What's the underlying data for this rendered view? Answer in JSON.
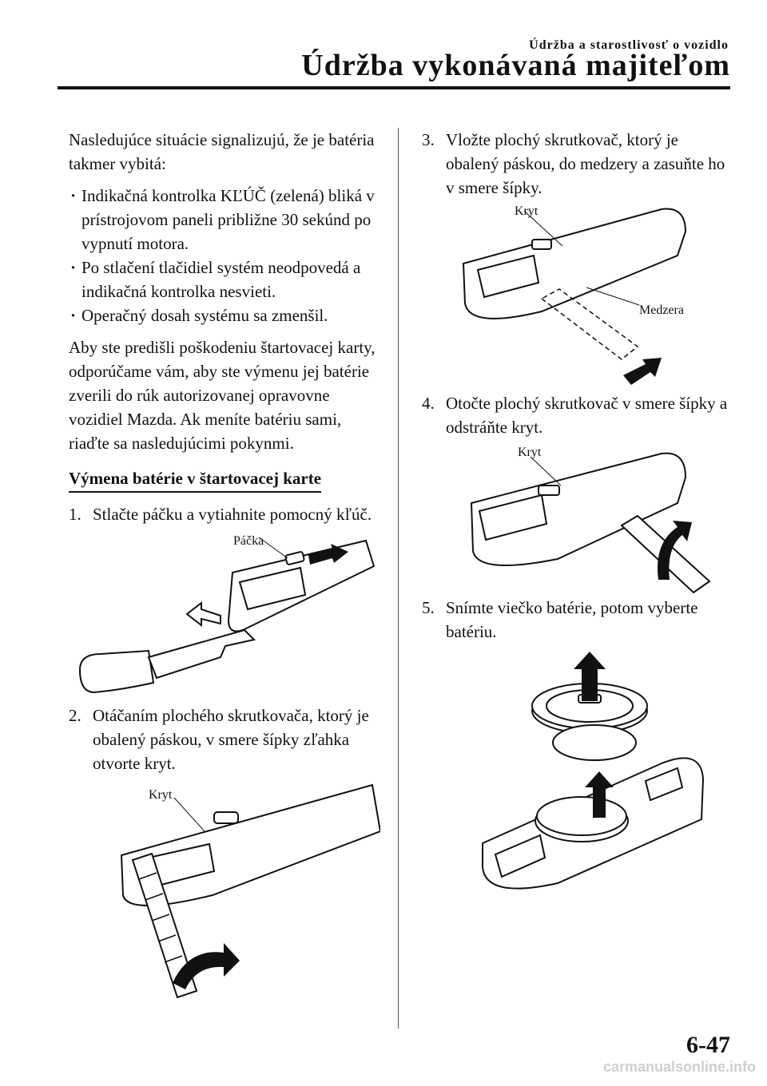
{
  "header": {
    "section": "Údržba a starostlivosť o vozidlo",
    "title": "Údržba vykonávaná majiteľom"
  },
  "left": {
    "intro": "Nasledujúce situácie signalizujú, že je batéria takmer vybitá:",
    "bullets": [
      "Indikačná kontrolka KĽÚČ (zelená) bliká v prístrojovom paneli približne 30 sekúnd po vypnutí motora.",
      "Po stlačení tlačidiel systém neodpovedá a indikačná kontrolka nesvieti.",
      "Operačný dosah systému sa zmenšil."
    ],
    "advice": "Aby ste predišli poškodeniu štartovacej karty, odporúčame vám, aby ste výmenu jej batérie zverili do rúk autorizovanej opravovne vozidiel Mazda. Ak meníte batériu sami, riaďte sa nasledujúcimi pokynmi.",
    "subheading": "Výmena batérie v štartovacej karte",
    "step1": {
      "num": "1.",
      "text": "Stlačte páčku a vytiahnite pomocný kľúč.",
      "callout": "Páčka"
    },
    "step2": {
      "num": "2.",
      "text": "Otáčaním plochého skrutkovača, ktorý je obalený páskou, v smere šípky zľahka otvorte kryt.",
      "callout": "Kryt"
    }
  },
  "right": {
    "step3": {
      "num": "3.",
      "text": "Vložte plochý skrutkovač, ktorý je obalený páskou, do medzery a zasuňte ho v smere šípky.",
      "callout_cover": "Kryt",
      "callout_gap": "Medzera"
    },
    "step4": {
      "num": "4.",
      "text": "Otočte plochý skrutkovač v smere šípky a odstráňte kryt.",
      "callout": "Kryt"
    },
    "step5": {
      "num": "5.",
      "text": "Snímte viečko batérie, potom vyberte batériu."
    }
  },
  "footer": {
    "page_number": "6-47",
    "watermark": "carmanualsonline.info"
  }
}
